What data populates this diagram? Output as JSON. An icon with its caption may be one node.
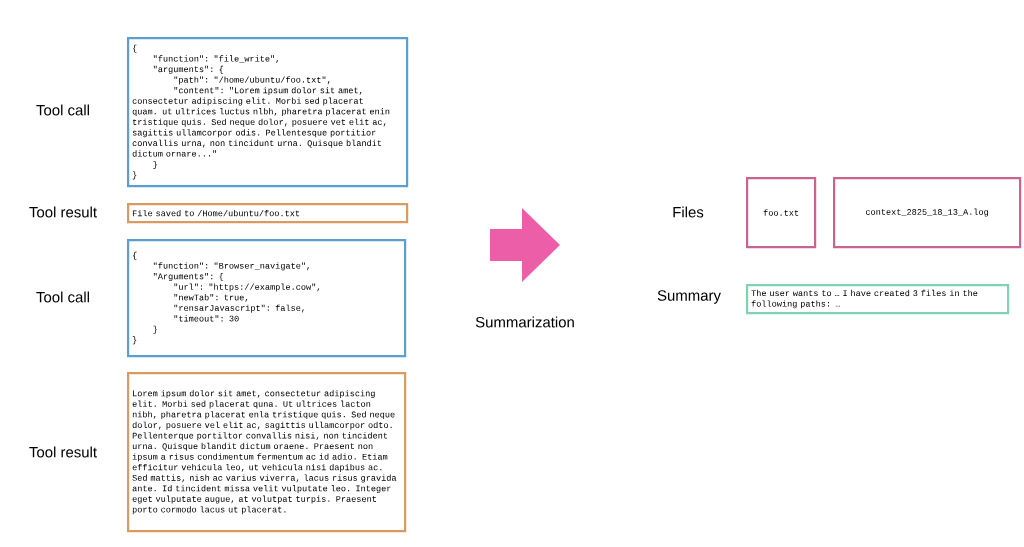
{
  "diagram": {
    "nodes": [
      {
        "text": [
          "{",
          "\"function\": \"file_write\",",
          "\"arguments\": {",
          "\"path\": \"/home/ubuntu/foo.txt\",",
          "\"content\": \"Lorem ipsum dolor sit amet, consectetur adipiscing elit. Morbi sed placerat quam. ut ultrices luctus nlbh, pharetra placerat enin tristique quis. Sed neque dolor, posuere vet elit ac, sagittis ullamcorpor odis. Pellentesque portitior convallis urna, non tincidunt urna. Quisque blandit dictum ornare...\"",
          "}",
          "}"
        ],
        "beside": [
          "Tool call"
        ]
      },
      {
        "text": [
          "File saved to /Home/ubuntu/foo.txt"
        ],
        "beside": [
          "Tool result"
        ]
      },
      {
        "text": [
          "{",
          "\"function\": \"Browser_navigate\",",
          "\"Arguments\": {",
          "\"url\": \"https://example.cow\",",
          "\"newTab\": true,",
          "\"rensarJavascript\": false,",
          "\"timeout\": 30",
          "}",
          "}"
        ],
        "beside": [
          "Tool call"
        ]
      },
      {
        "text": [
          "Lorem ipsum dolor sit amet, consectetur adipiscing elit. Morbi sed placerat quna. Ut ultrices lacton nibh, pharetra placerat enla tristique quis. Sed neque dolor, posuere vel elit ac, sagittis ullamcorpor odto. Pellenterque portiltor convallis nisi, non tincident urna. Quisque blandit dictum oraene. Praesent non ipsum a risus condimentum fermentum ac id adio. Etiam efficitur vehicula leo, ut vehicula nisi dapibus ac. Sed mattis, nish ac varius viverra, lacus risus gravida ante. Id tincident missa velit vulputate leo. Integer eget vulputate augue, at volutpat turpis. Praesent porto cormodo lacus ut placerat."
        ],
        "beside": [
          "Tool result"
        ]
      },
      {
        "text": [
          "foo.txt"
        ],
        "beside": [
          "Files"
        ]
      },
      {
        "text": [
          "context_2825_18_13_A.log"
        ]
      },
      {
        "text": [
          "The user wants to … I have created 3 files in the following paths: …"
        ],
        "beside": [
          "Summary"
        ]
      }
    ],
    "labels": [
      "Summarization"
    ]
  }
}
